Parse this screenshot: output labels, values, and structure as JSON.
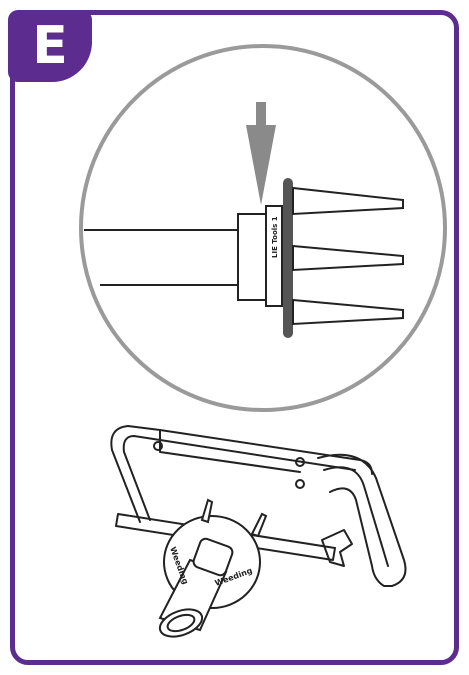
{
  "step": {
    "letter": "E"
  },
  "detail": {
    "hub_label": "LIE Tools 1"
  },
  "saw": {
    "wrap_label_front": "Weeding",
    "wrap_label_side": "Weeding"
  },
  "colors": {
    "accent": "#5c2d8f",
    "circle": "#9a9a9a",
    "arrow": "#8a8a8a",
    "line": "#222222"
  }
}
